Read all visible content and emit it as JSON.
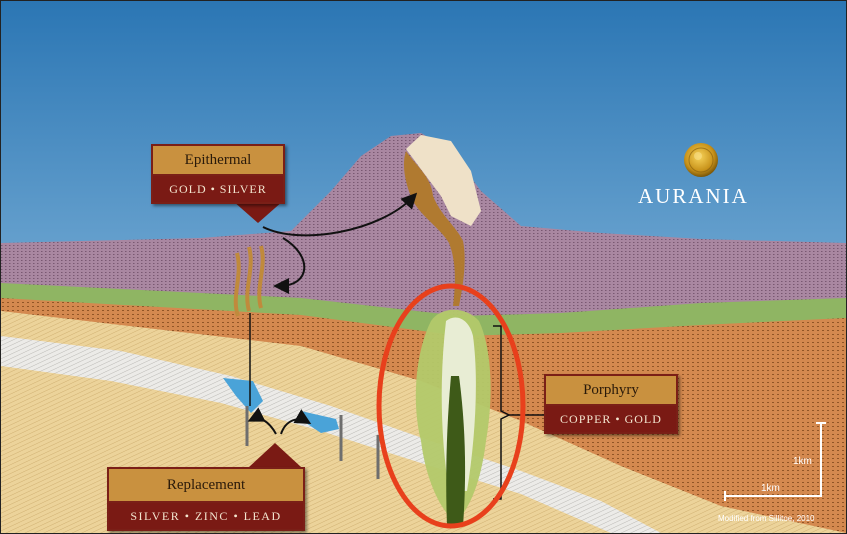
{
  "callouts": {
    "epithermal": {
      "title": "Epithermal",
      "metals": "GOLD • SILVER"
    },
    "porphyry": {
      "title": "Porphyry",
      "metals": "COPPER • GOLD"
    },
    "replacement": {
      "title": "Replacement",
      "metals": "SILVER • ZINC • LEAD"
    }
  },
  "brand": {
    "name": "AURANIA",
    "logo_icon": "gold-coin-icon"
  },
  "scale": {
    "vertical": "1km",
    "horizontal": "1km"
  },
  "credit": "Modified from Sillitoe, 2010",
  "highlight_color": "#e8401c"
}
